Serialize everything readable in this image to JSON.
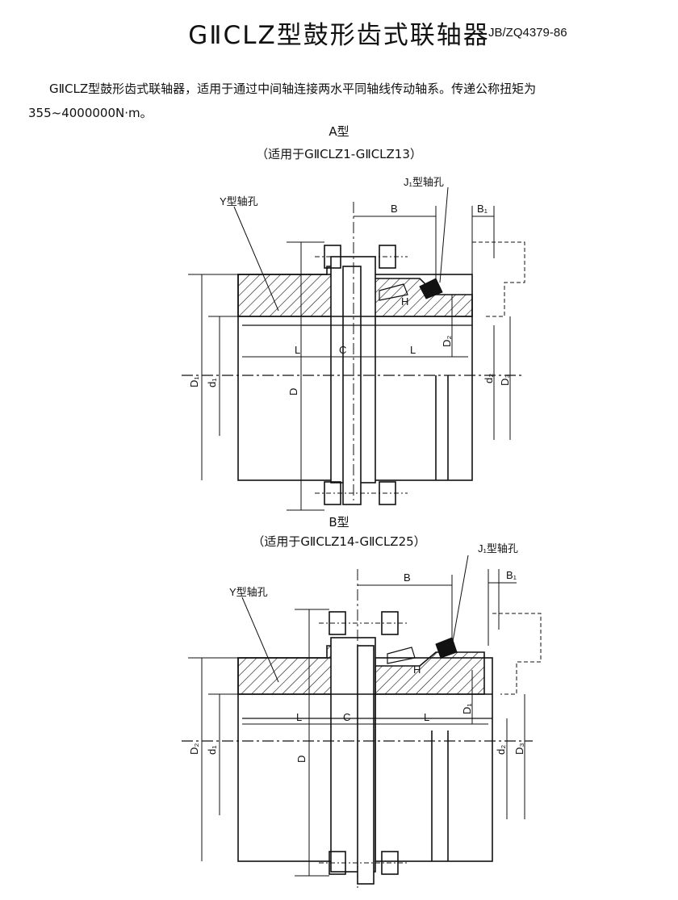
{
  "doc": {
    "title": "GⅡCLZ型鼓形齿式联轴器",
    "standard": "JB/ZQ4379-86",
    "description": "GⅡCLZ型鼓形齿式联轴器，适用于通过中间轴连接两水平同轴线传动轴系。传递公称扭矩为355~4000000N·m。"
  },
  "diagram_a": {
    "caption": "A型",
    "subcaption": "（适用于GⅡCLZ1-GⅡCLZ13）",
    "labels": {
      "y_bore": "Y型轴孔",
      "j1_bore": "J₁型轴孔",
      "B": "B",
      "B1": "B₁",
      "L_left": "L",
      "C": "C",
      "L_right": "L",
      "D": "D",
      "D1": "D₁",
      "D2": "D₂",
      "D3": "D₃",
      "d1": "d₁",
      "d2": "d₂",
      "H": "H"
    }
  },
  "diagram_b": {
    "caption": "B型",
    "subcaption": "（适用于GⅡCLZ14-GⅡCLZ25）",
    "labels": {
      "y_bore": "Y型轴孔",
      "j1_bore": "J₁型轴孔",
      "B": "B",
      "B1": "B₁",
      "L_left": "L",
      "C": "C",
      "L_right": "L",
      "D": "D",
      "D1": "D₁",
      "D2": "D₂",
      "D3": "D₃",
      "d1": "d₁",
      "d2": "d₂",
      "H": "H"
    }
  }
}
